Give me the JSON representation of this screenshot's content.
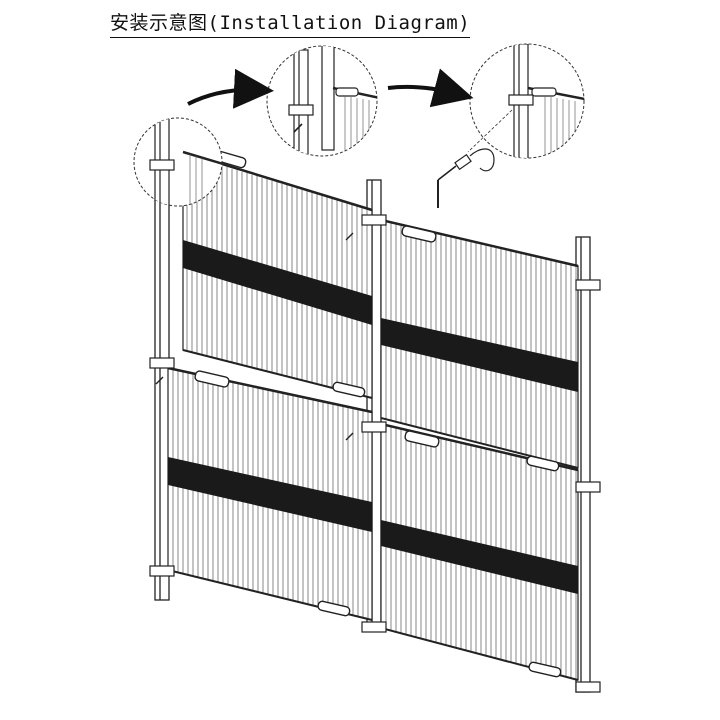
{
  "title": "安装示意图(Installation Diagram)",
  "colors": {
    "line": "#222222",
    "fill_dark": "#1a1a1a",
    "fill_light": "#ffffff"
  },
  "diagram": {
    "panels": 4,
    "panel_layout": "2x2 angled",
    "detail_callouts": 3,
    "step_arrows": 2,
    "icons": [
      "bracket-icon",
      "screw-icon",
      "arrow-right-icon",
      "key-pin-icon"
    ]
  }
}
